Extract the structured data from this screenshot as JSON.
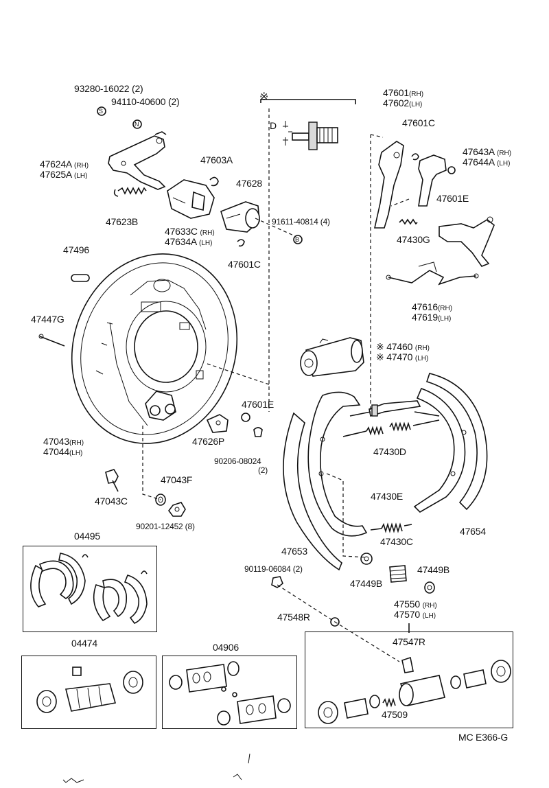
{
  "labels": {
    "p93280": "93280-16022 (2)",
    "p94110": "94110-40600 (2)",
    "sym_s": "S",
    "sym_n": "N",
    "sym_b": "B",
    "p47624a": "47624A",
    "p47625a": "47625A",
    "p47623b": "47623B",
    "p47603a": "47603A",
    "p47628": "47628",
    "p47633c": "47633C",
    "p47634a": "47634A",
    "p91611": "91611-40814 (4)",
    "p47601c_left": "47601C",
    "p47496": "47496",
    "p47447g": "47447G",
    "p47043": "47043",
    "p47044": "47044",
    "p47626p": "47626P",
    "p47601e_mid": "47601E",
    "p90206": "90206-08024",
    "p90206_qty": "(2)",
    "p47043f": "47043F",
    "p47043c": "47043C",
    "p90201": "90201-12452 (8)",
    "asterisk": "※",
    "dim_d": "D",
    "p47601": "47601",
    "p47602": "47602",
    "p47601c_right": "47601C",
    "p47643a": "47643A",
    "p47644a": "47644A",
    "p47601e_right": "47601E",
    "p47430g": "47430G",
    "p47616": "47616",
    "p47619": "47619",
    "p47460": "※ 47460",
    "p47470": "※ 47470",
    "p47430d": "47430D",
    "p47430e": "47430E",
    "p47430c": "47430C",
    "p47654": "47654",
    "p47653": "47653",
    "p90119": "90119-06084 (2)",
    "p47449b_left": "47449B",
    "p47449b_right": "47449B",
    "p47550": "47550",
    "p47570": "47570",
    "p47548r": "47548R",
    "p47547r": "47547R",
    "p47509": "47509",
    "kit04495": "04495",
    "kit04474": "04474",
    "kit04906": "04906",
    "footer_code": "MC E366-G",
    "rh": "(RH)",
    "lh": "(LH)"
  }
}
